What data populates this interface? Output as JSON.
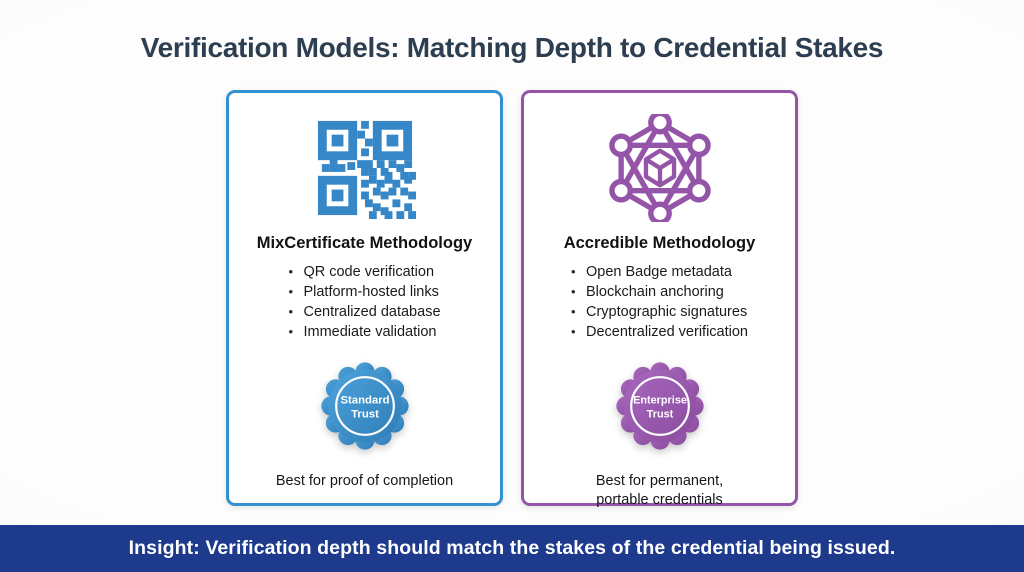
{
  "colors": {
    "page-bg": "#fafafa",
    "title-color": "#2d3e50",
    "accent-blue": "#3291cf",
    "accent-purple": "#9455a8",
    "qr-blue": "#3587c8",
    "banner-bg": "#1d3a8c",
    "banner-text": "#ffffff",
    "body-text": "#1b1b1b"
  },
  "title": "Verification Models: Matching Depth to Credential Stakes",
  "cards": [
    {
      "name": "MixCertificate",
      "icon": "qr-code-icon",
      "title": "MixCertificate Methodology",
      "bullets": [
        "QR code verification",
        "Platform-hosted links",
        "Centralized database",
        "Immediate validation"
      ],
      "badge": {
        "icon": "rosette-seal-icon",
        "line1": "Standard",
        "line2": "Trust"
      },
      "footer_lines": {
        "0": "Best for proof of completion"
      }
    },
    {
      "name": "Accredible",
      "icon": "blockchain-network-icon",
      "title": "Accredible Methodology",
      "bullets": [
        "Open Badge metadata",
        "Blockchain anchoring",
        "Cryptographic signatures",
        "Decentralized verification"
      ],
      "badge": {
        "icon": "rosette-seal-icon",
        "line1": "Enterprise",
        "line2": "Trust"
      },
      "footer_lines": {
        "0": "Best for permanent,",
        "1": "portable credentials"
      }
    }
  ],
  "insight_banner": {
    "text": "Insight: Verification depth should match the stakes of the credential being issued."
  }
}
